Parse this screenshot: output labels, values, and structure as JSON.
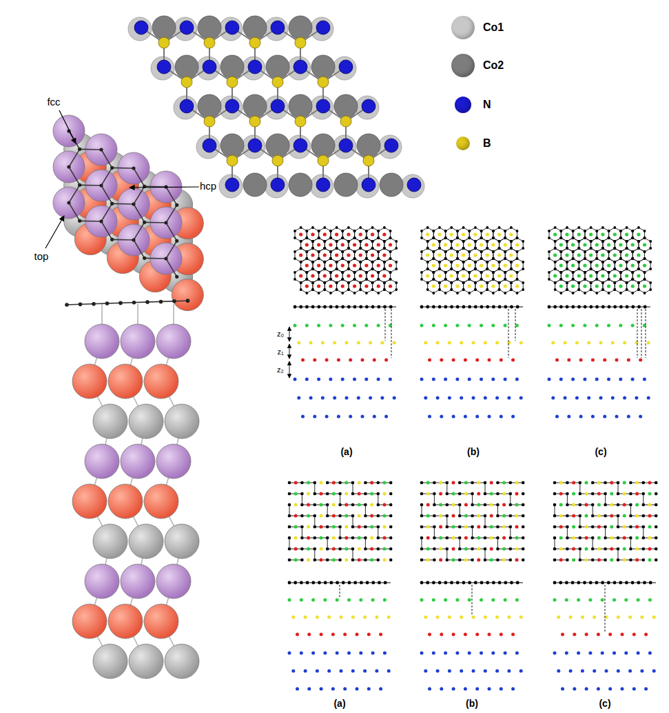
{
  "diagram": {
    "labels": [
      "fcc",
      "hcp",
      "top",
      "z₀",
      "z₁",
      "z₂",
      "(a)",
      "(b)",
      "(c)",
      "(a)",
      "(b)",
      "(c)"
    ],
    "legend": [
      {
        "text": "Co1",
        "color": "#c8c8c8"
      },
      {
        "text": "Co2",
        "color": "#7d7d7d"
      },
      {
        "text": "N",
        "color": "#1a1ad0"
      },
      {
        "text": "B",
        "color": "#e0c81c"
      }
    ]
  }
}
